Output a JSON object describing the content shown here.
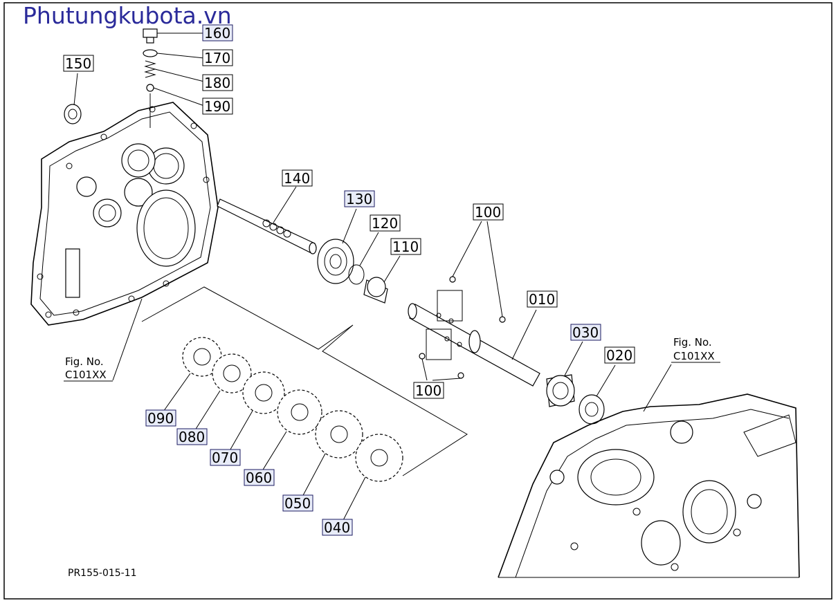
{
  "watermark": "Phutungkubota.vn",
  "drawing_code": "PR155-015-11",
  "fig_refs": [
    {
      "line1": "Fig. No.",
      "line2": "C101XX"
    },
    {
      "line1": "Fig. No.",
      "line2": "C101XX"
    }
  ],
  "callouts": {
    "p160": "160",
    "p170": "170",
    "p180": "180",
    "p190": "190",
    "p150": "150",
    "p140": "140",
    "p130": "130",
    "p120": "120",
    "p110": "110",
    "p100a": "100",
    "p100b": "100",
    "p010": "010",
    "p030": "030",
    "p020": "020",
    "p090": "090",
    "p080": "080",
    "p070": "070",
    "p060": "060",
    "p050": "050",
    "p040": "040"
  }
}
